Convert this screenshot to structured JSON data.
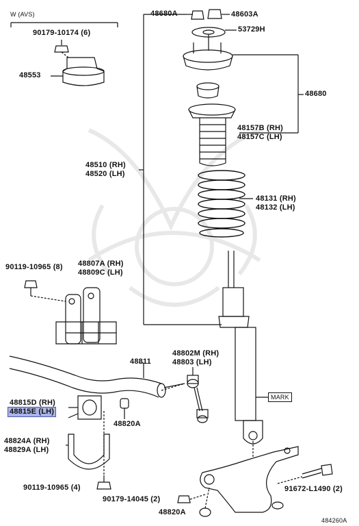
{
  "group_label": "W (AVS)",
  "parts": {
    "p90179_10174": "90179-10174 (6)",
    "p48553": "48553",
    "p48680A": "48680A",
    "p48603A": "48603A",
    "p53729H": "53729H",
    "p48680": "48680",
    "p48157B": "48157B (RH)",
    "p48157C": "48157C (LH)",
    "p48510": "48510 (RH)",
    "p48520": "48520 (LH)",
    "p48131": "48131 (RH)",
    "p48132": "48132 (LH)",
    "p90119_10965_top": "90119-10965 (8)",
    "p48807A": "48807A (RH)",
    "p48809C": "48809C (LH)",
    "p48811": "48811",
    "p48802M": "48802M (RH)",
    "p48803": "48803 (LH)",
    "p48815D": "48815D (RH)",
    "p48815E": "48815E (LH)",
    "p48820A_mid": "48820A",
    "p48824A": "48824A (RH)",
    "p48829A": "48829A (LH)",
    "p90119_10965_bot": "90119-10965 (4)",
    "p90179_14045": "90179-14045 (2)",
    "p91672_L1490": "91672-L1490 (2)",
    "p48820A_bot": "48820A"
  },
  "mark_label": "MARK",
  "drawing_ref": "484260A",
  "highlight_color": "#aab4e8"
}
